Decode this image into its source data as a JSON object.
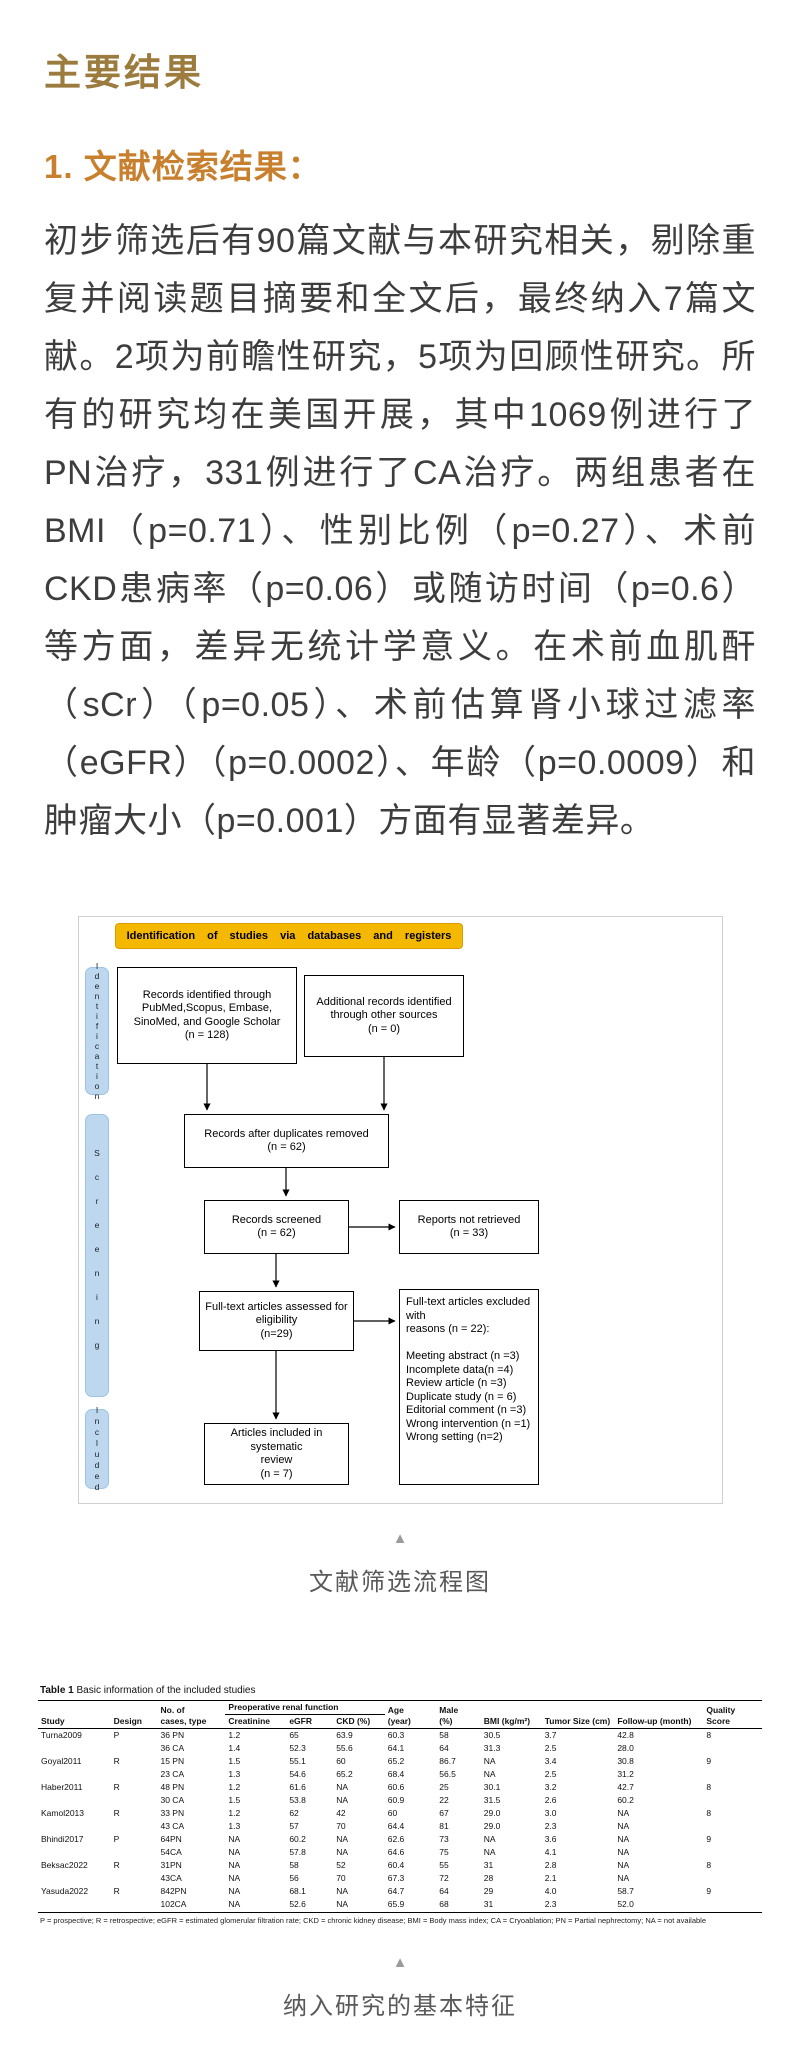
{
  "page": {
    "title": "主要结果",
    "section_heading": "1. 文献检索结果：",
    "paragraph": "初步筛选后有90篇文献与本研究相关，剔除重复并阅读题目摘要和全文后，最终纳入7篇文献。2项为前瞻性研究，5项为回顾性研究。所有的研究均在美国开展，其中1069例进行了PN治疗，331例进行了CA治疗。两组患者在BMI（p=0.71）、性别比例（p=0.27）、术前CKD患病率（p=0.06）或随访时间（p=0.6）等方面，差异无统计学意义。在术前血肌酐（sCr）（p=0.05）、术前估算肾小球过滤率（eGFR）（p=0.0002）、年龄（p=0.0009）和肿瘤大小（p=0.001）方面有显著差异。"
  },
  "icons": {
    "caption_marker": "▲"
  },
  "colors": {
    "title": "#9c7c3e",
    "section_heading": "#c8802e",
    "banner_fill": "#f5b800",
    "stage_fill": "#bdd7ee"
  },
  "flowchart": {
    "banner": "Identification of studies via databases and registers",
    "stages": [
      "Identification",
      "Screening",
      "Included"
    ],
    "boxes": {
      "identified": "Records identified through\nPubMed,Scopus, Embase,\nSinoMed, and Google Scholar\n(n = 128)",
      "additional": "Additional records identified\nthrough other sources\n(n = 0)",
      "duplicates_removed": "Records after duplicates removed\n(n = 62)",
      "screened": "Records screened\n(n = 62)",
      "not_retrieved": "Reports not retrieved\n(n = 33)",
      "fulltext_assessed": "Full-text articles assessed for\neligibility\n(n=29)",
      "excluded": "Full-text articles excluded with\nreasons (n = 22):\n\nMeeting abstract (n =3)\nIncomplete data(n =4)\nReview article (n =3)\nDuplicate study (n = 6)\nEditorial comment (n =3)\nWrong intervention (n =1)\nWrong setting (n=2)",
      "included": "Articles included in systematic\nreview\n(n = 7)"
    },
    "caption": "文献筛选流程图"
  },
  "table": {
    "title_label": "Table 1",
    "title_text": " Basic information of the included studies",
    "headers": {
      "study": "Study",
      "design": "Design",
      "cases": "No. of\ncases, type",
      "renal_group": "Preoperative renal function",
      "creatinine": "Creatinine",
      "egfr": "eGFR",
      "ckd": "CKD (%)",
      "age": "Age\n(year)",
      "male": "Male\n(%)",
      "bmi": "BMI (kg/m²)",
      "tumor": "Tumor Size (cm)",
      "followup": "Follow-up (month)",
      "quality": "Quality Score"
    },
    "rows": [
      [
        "Turna2009",
        "P",
        "36 PN",
        "1.2",
        "65",
        "63.9",
        "60.3",
        "58",
        "30.5",
        "3.7",
        "42.8",
        "8"
      ],
      [
        "",
        "",
        "36 CA",
        "1.4",
        "52.3",
        "55.6",
        "64.1",
        "64",
        "31.3",
        "2.5",
        "28.0",
        ""
      ],
      [
        "Goyal2011",
        "R",
        "15 PN",
        "1.5",
        "55.1",
        "60",
        "65.2",
        "86.7",
        "NA",
        "3.4",
        "30.8",
        "9"
      ],
      [
        "",
        "",
        "23 CA",
        "1.3",
        "54.6",
        "65.2",
        "68.4",
        "56.5",
        "NA",
        "2.5",
        "31.2",
        ""
      ],
      [
        "Haber2011",
        "R",
        "48 PN",
        "1.2",
        "61.6",
        "NA",
        "60.6",
        "25",
        "30.1",
        "3.2",
        "42.7",
        "8"
      ],
      [
        "",
        "",
        "30 CA",
        "1.5",
        "53.8",
        "NA",
        "60.9",
        "22",
        "31.5",
        "2.6",
        "60.2",
        ""
      ],
      [
        "Kamol2013",
        "R",
        "33 PN",
        "1.2",
        "62",
        "42",
        "60",
        "67",
        "29.0",
        "3.0",
        "NA",
        "8"
      ],
      [
        "",
        "",
        "43 CA",
        "1.3",
        "57",
        "70",
        "64.4",
        "81",
        "29.0",
        "2.3",
        "NA",
        ""
      ],
      [
        "Bhindi2017",
        "P",
        "64PN",
        "NA",
        "60.2",
        "NA",
        "62.6",
        "73",
        "NA",
        "3.6",
        "NA",
        "9"
      ],
      [
        "",
        "",
        "54CA",
        "NA",
        "57.8",
        "NA",
        "64.6",
        "75",
        "NA",
        "4.1",
        "NA",
        ""
      ],
      [
        "Beksac2022",
        "R",
        "31PN",
        "NA",
        "58",
        "52",
        "60.4",
        "55",
        "31",
        "2.8",
        "NA",
        "8"
      ],
      [
        "",
        "",
        "43CA",
        "NA",
        "56",
        "70",
        "67.3",
        "72",
        "28",
        "2.1",
        "NA",
        ""
      ],
      [
        "Yasuda2022",
        "R",
        "842PN",
        "NA",
        "68.1",
        "NA",
        "64.7",
        "64",
        "29",
        "4.0",
        "58.7",
        "9"
      ],
      [
        "",
        "",
        "102CA",
        "NA",
        "52.6",
        "NA",
        "65.9",
        "68",
        "31",
        "2.3",
        "52.0",
        ""
      ]
    ],
    "footnote": "P = prospective; R = retrospective; eGFR = estimated glomerular filtration rate; CKD = chronic kidney disease; BMI = Body mass index; CA = Cryoablation; PN = Partial nephrectomy; NA = not available",
    "caption": "纳入研究的基本特征"
  }
}
